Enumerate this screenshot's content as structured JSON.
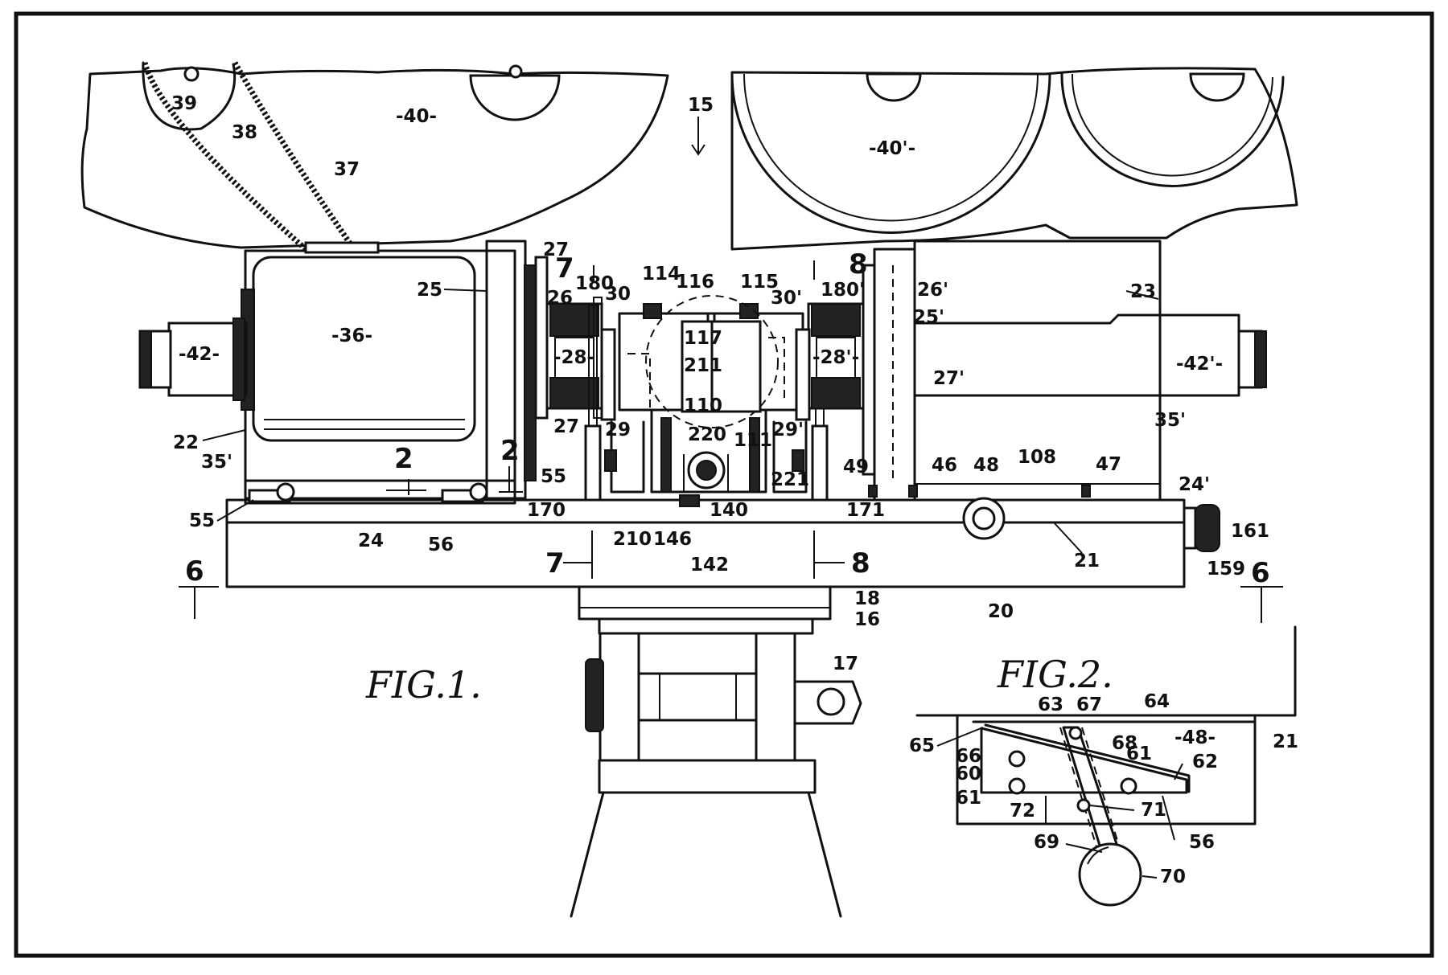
{
  "figures": {
    "fig1_title": "FIG.1.",
    "fig2_title": "FIG.2."
  },
  "section_marks": {
    "s2a": "2",
    "s2b": "2",
    "s6a": "6",
    "s6b": "6",
    "s7a": "7",
    "s7b": "7",
    "s8a": "8",
    "s8b": "8"
  },
  "fig1_labels": {
    "l15": "15",
    "l40": "-40-",
    "l40p": "-40'-",
    "l39": "39",
    "l38": "38",
    "l37": "37",
    "l36": "-36-",
    "l42": "-42-",
    "l42p": "-42'-",
    "l22": "22",
    "l35p": "35'",
    "l35pr": "35'",
    "l25": "25",
    "l25p": "25'",
    "l26": "26",
    "l26p": "26'",
    "l27a": "27",
    "l27b": "27",
    "l27p": "27'",
    "l28": "-28-",
    "l28p": "-28'-",
    "l29": "29",
    "l29p": "29'",
    "l30": "30",
    "l30p": "30'",
    "l180": "180",
    "l180p": "180'",
    "l114": "114",
    "l115": "115",
    "l116": "116",
    "l117": "117",
    "l211": "211",
    "l110": "110",
    "l220": "220",
    "l111": "111",
    "l221": "221",
    "l23": "23",
    "l24": "24",
    "l24p": "24'",
    "l55a": "55",
    "l55b": "55",
    "l56": "56",
    "l170": "170",
    "l171": "171",
    "l210": "210",
    "l146": "146",
    "l140": "140",
    "l142": "142",
    "l49": "49",
    "l46": "46",
    "l48": "48",
    "l108": "108",
    "l47": "47",
    "l21": "21",
    "l161": "161",
    "l159": "159",
    "l20": "20",
    "l18": "18",
    "l16": "16",
    "l17": "17"
  },
  "fig2_labels": {
    "f63": "63",
    "f67": "67",
    "f64": "64",
    "f48": "-48-",
    "f21": "21",
    "f65": "65",
    "f66": "66",
    "f60": "60",
    "f61a": "61",
    "f61b": "61",
    "f68": "68",
    "f62": "62",
    "f72": "72",
    "f71": "71",
    "f56": "56",
    "f69": "69",
    "f70": "70"
  }
}
